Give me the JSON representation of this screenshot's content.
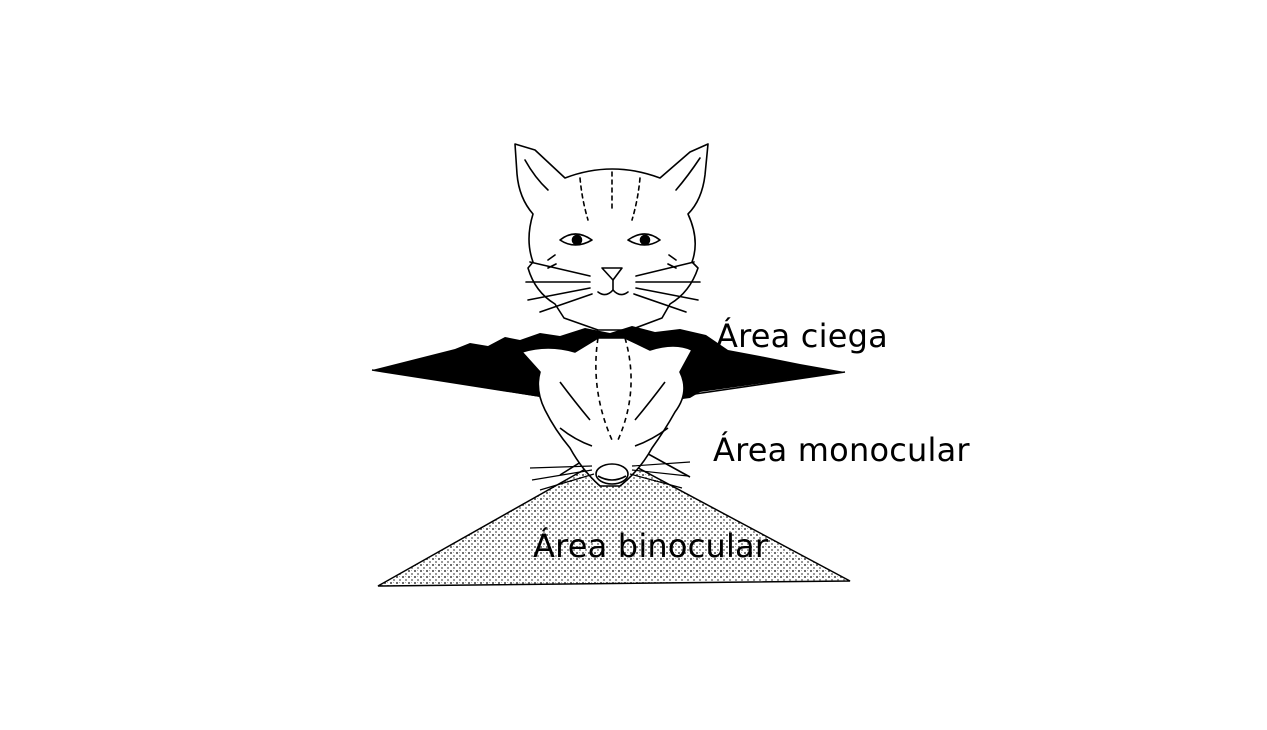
{
  "labels": {
    "blind_area": "Área ciega",
    "monocular_area": "Área monocular",
    "binocular_area": "Área binocular"
  },
  "colors": {
    "ink": "#000000",
    "paper": "#ffffff",
    "stipple": "#8a8a8a"
  },
  "icons": {
    "front_cat_head": "cat-face-front-icon",
    "top_cat_head": "cat-head-top-view-icon"
  }
}
